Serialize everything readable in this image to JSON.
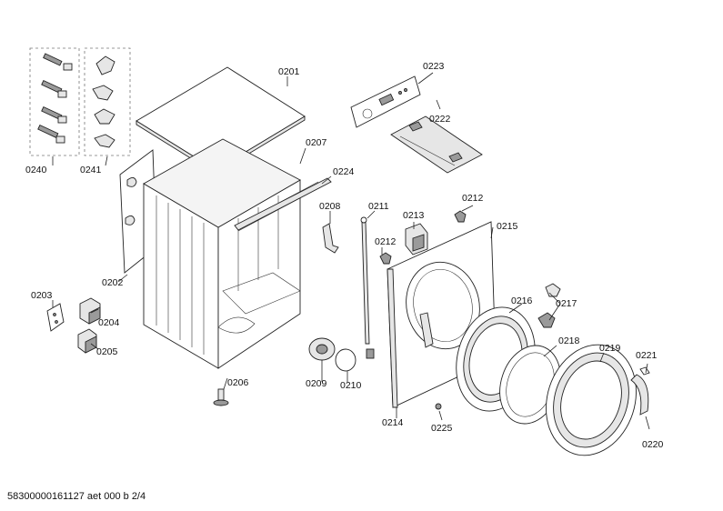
{
  "footer": "58300000161127 aet 000 b 2/4",
  "labels": {
    "p0201": "0201",
    "p0202": "0202",
    "p0203": "0203",
    "p0204": "0204",
    "p0205": "0205",
    "p0206": "0206",
    "p0207": "0207",
    "p0208": "0208",
    "p0209": "0209",
    "p0210": "0210",
    "p0211": "0211",
    "p0212a": "0212",
    "p0212b": "0212",
    "p0213": "0213",
    "p0214": "0214",
    "p0215": "0215",
    "p0216": "0216",
    "p0217": "0217",
    "p0218": "0218",
    "p0219": "0219",
    "p0220": "0220",
    "p0221": "0221",
    "p0222": "0222",
    "p0223": "0223",
    "p0224": "0224",
    "p0225": "0225",
    "p0240": "0240",
    "p0241": "0241"
  }
}
